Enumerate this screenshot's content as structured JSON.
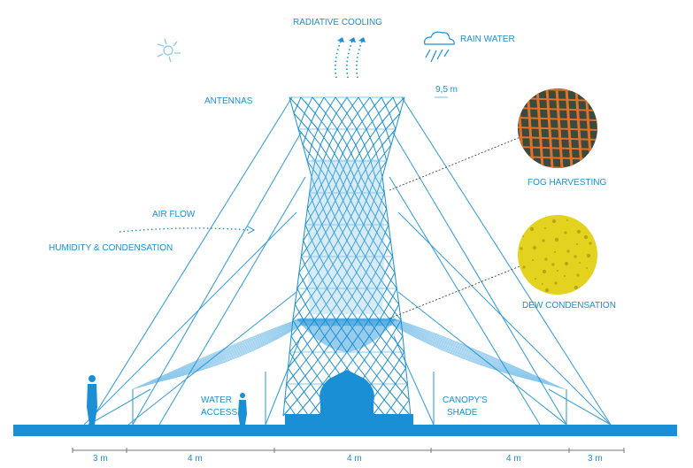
{
  "labels": {
    "radiative_cooling": "RADIATIVE COOLING",
    "rain_water": "RAIN WATER",
    "antennas": "ANTENNAS",
    "height": "9,5 m",
    "fog_harvesting": "FOG HARVESTING",
    "air_flow": "AIR FLOW",
    "humidity": "HUMIDITY & CONDENSATION",
    "dew_condensation": "DEW CONDENSATION",
    "water_access_1": "WATER",
    "water_access_2": "ACCESS",
    "canopy_shade_1": "CANOPY'S",
    "canopy_shade_2": "SHADE"
  },
  "dimensions": [
    "3 m",
    "4 m",
    "4 m",
    "4 m",
    "3 m"
  ],
  "colors": {
    "primary": "#1a8fd6",
    "light": "#8cc8ec",
    "fog_net": "#e0702a",
    "dew": "#e3d21e"
  }
}
